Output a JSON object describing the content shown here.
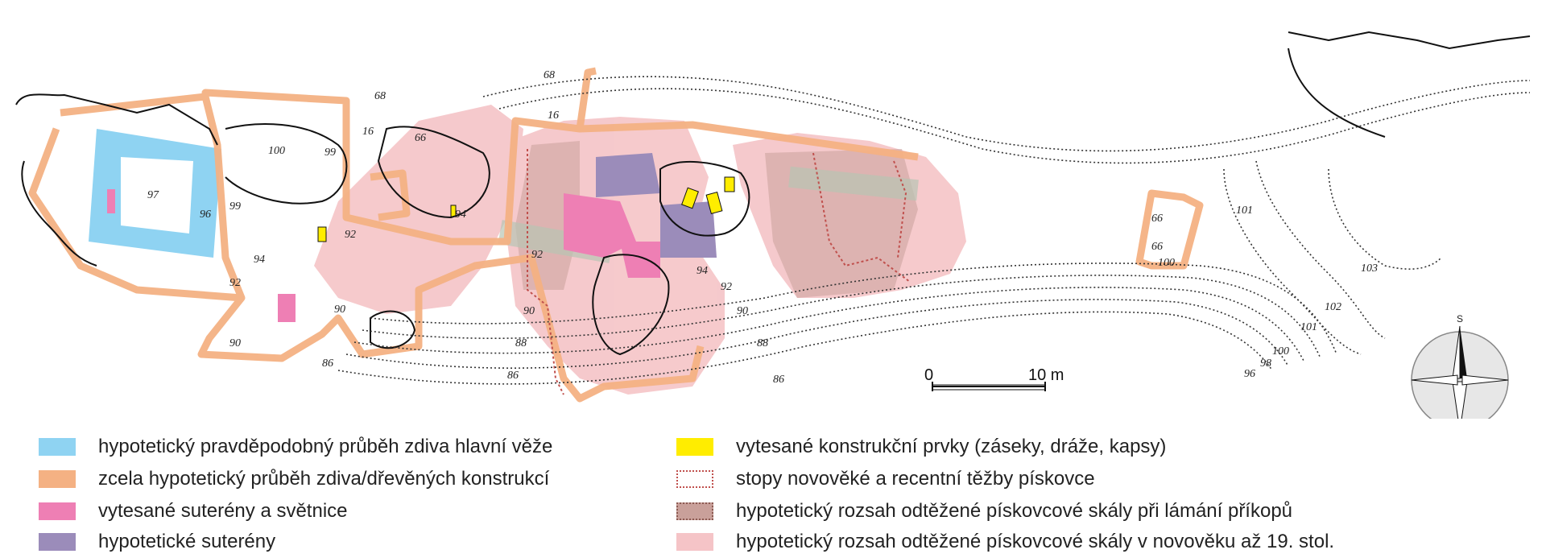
{
  "colors": {
    "tower": "#8fd3f2",
    "hypothetical_walls": "#f4b183",
    "cellars": "#ee7fb4",
    "hyp_cellars": "#9b8cba",
    "carved": "#ffed00",
    "quarry_trace": "#c0504d",
    "ditch": "#c9a09a",
    "modern_rock": "#f5c4c7",
    "contour": "#333333",
    "outline": "#111111"
  },
  "contour_labels": [
    "68",
    "16",
    "68",
    "66",
    "100",
    "99",
    "16",
    "97",
    "99",
    "96",
    "94",
    "92",
    "92",
    "94",
    "92",
    "90",
    "90",
    "86",
    "94",
    "92",
    "90",
    "88",
    "86",
    "90",
    "88",
    "86",
    "101",
    "66",
    "66",
    "100",
    "103",
    "102",
    "101",
    "100",
    "98",
    "96"
  ],
  "scale": {
    "zero": "0",
    "ten": "10 m"
  },
  "compass": {
    "north": "S"
  },
  "legend": {
    "left": [
      {
        "label": "hypotetický pravděpodobný průběh zdiva hlavní věže",
        "swatch": "tower"
      },
      {
        "label": "zcela hypotetický průběh zdiva/dřevěných konstrukcí",
        "swatch": "hypothetical_walls"
      },
      {
        "label": "vytesané suterény a světnice",
        "swatch": "cellars"
      },
      {
        "label": "hypotetické suterény",
        "swatch": "hyp_cellars"
      }
    ],
    "right": [
      {
        "label": "vytesané konstrukční prvky (záseky, dráže, kapsy)",
        "swatch": "carved"
      },
      {
        "label": "stopy novověké a recentní těžby pískovce",
        "swatch": "quarry_trace"
      },
      {
        "label": "hypotetický rozsah odtěžené pískovcové skály při lámání příkopů",
        "swatch": "ditch"
      },
      {
        "label": "hypotetický rozsah odtěžené pískovcové skály v novověku až 19. stol.",
        "swatch": "modern_rock"
      }
    ]
  }
}
